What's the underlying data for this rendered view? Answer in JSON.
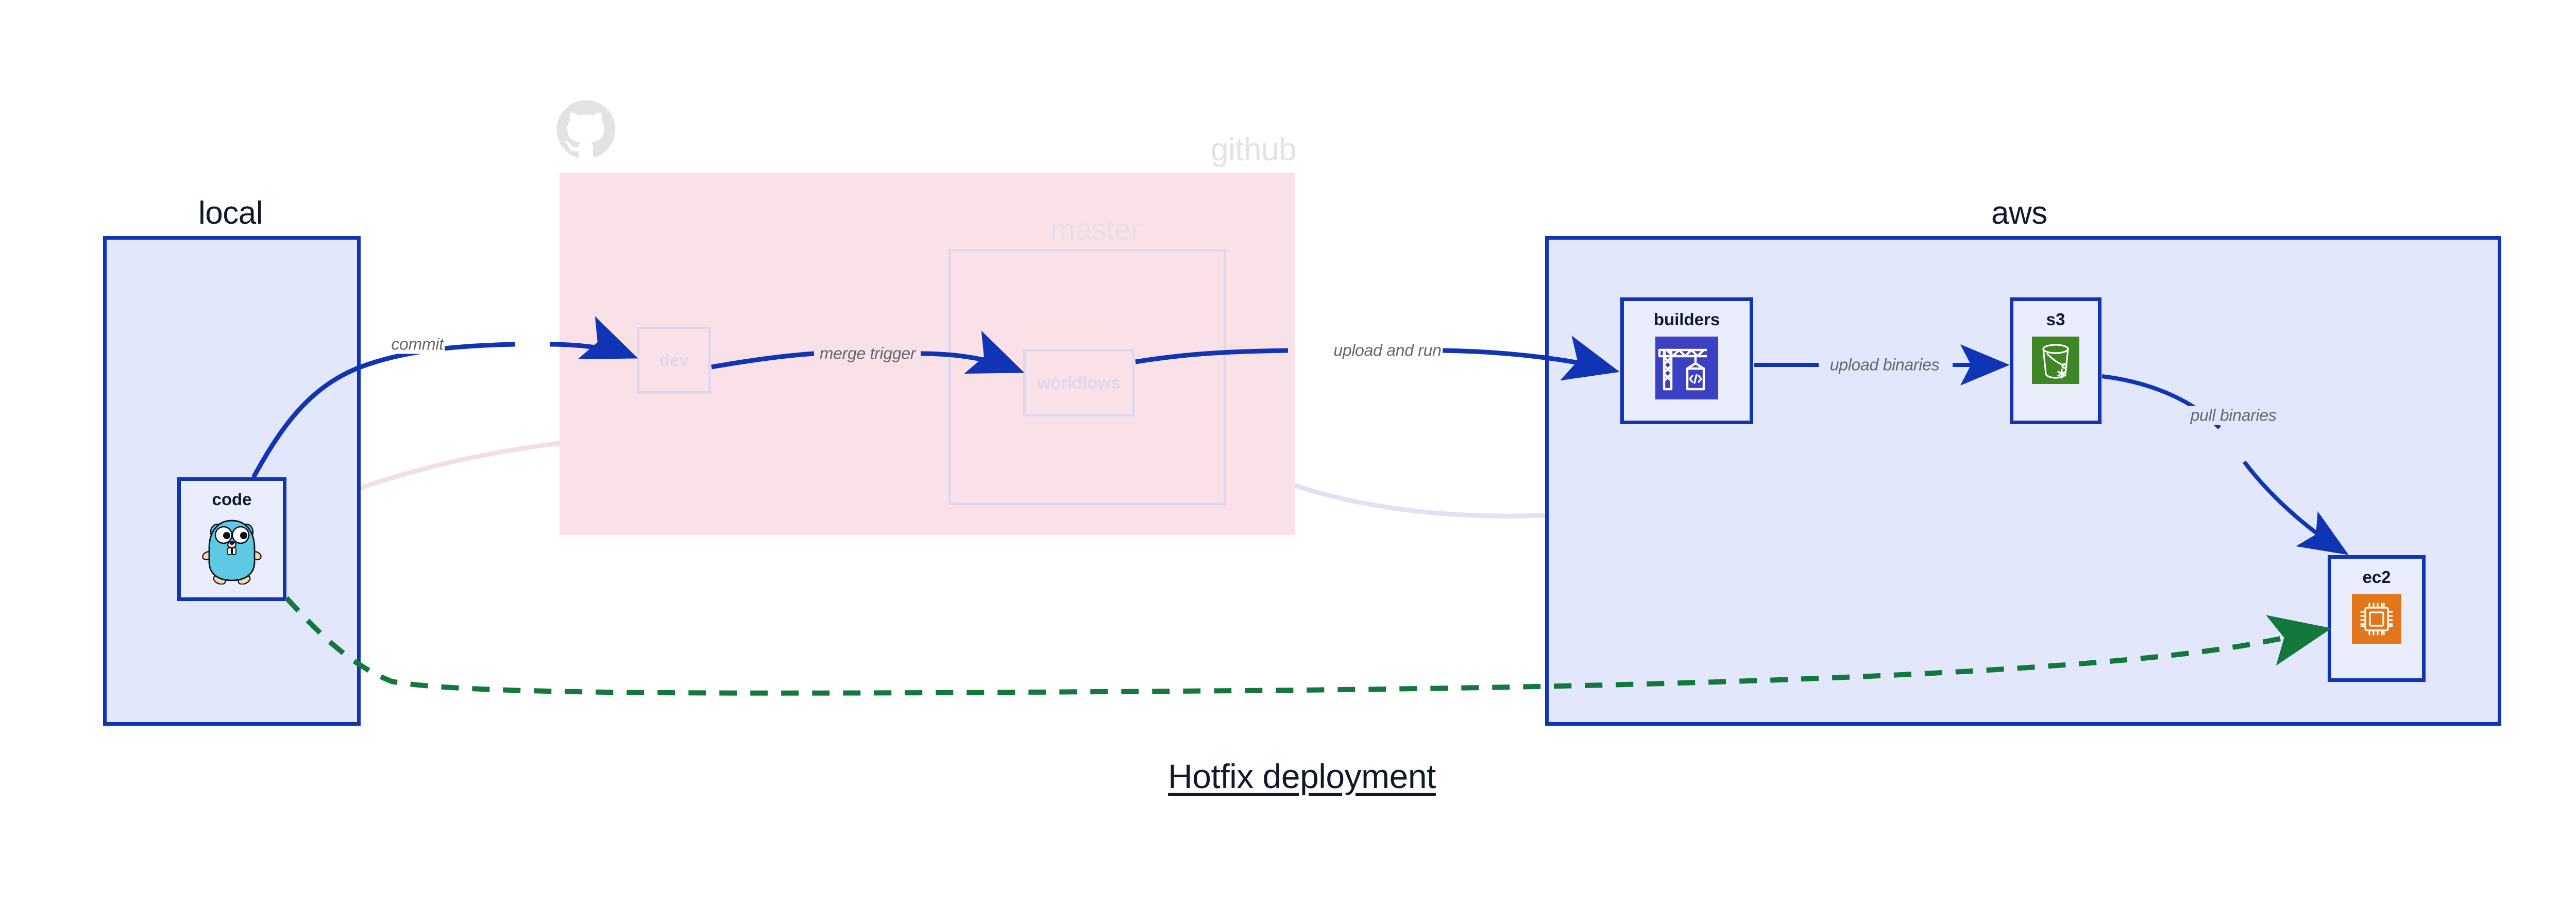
{
  "diagram": {
    "caption": "Hotfix deployment",
    "colors": {
      "accent_blue": "#0f34b5",
      "group_fill_blue": "#e2e7fb",
      "group_fill_pink": "#f9e1e7",
      "node_fill": "#eaeefc",
      "faded_border": "#ded8ec",
      "faded_text": "#e3e3e3",
      "edge_label_text": "#66686f",
      "dashed_green": "#14773c",
      "go_gopher_cyan": "#5dc9e2",
      "aws_builders_purple": "#3c41c4",
      "aws_s3_green": "#3f8624",
      "aws_ec2_orange": "#e2761b",
      "github_logo_grey": "#e3e3e3"
    }
  },
  "groups": [
    {
      "id": "local",
      "title": "local",
      "state": "active"
    },
    {
      "id": "github",
      "title": "github",
      "state": "faded",
      "logo_icon": "github-logo-icon",
      "subgroup": {
        "id": "master",
        "title": "master",
        "state": "faded"
      }
    },
    {
      "id": "aws",
      "title": "aws",
      "state": "active"
    }
  ],
  "nodes": [
    {
      "id": "code",
      "label": "code",
      "group": "local",
      "state": "active",
      "icon": "go-gopher-icon"
    },
    {
      "id": "dev",
      "label": "dev",
      "group": "github",
      "state": "faded",
      "icon": null
    },
    {
      "id": "workflows",
      "label": "workflows",
      "group": "master",
      "state": "faded",
      "icon": null
    },
    {
      "id": "builders",
      "label": "builders",
      "group": "aws",
      "state": "active",
      "icon": "aws-codebuild-crane-icon"
    },
    {
      "id": "s3",
      "label": "s3",
      "group": "aws",
      "state": "active",
      "icon": "aws-s3-bucket-icon"
    },
    {
      "id": "ec2",
      "label": "ec2",
      "group": "aws",
      "state": "active",
      "icon": "aws-ec2-chip-icon"
    }
  ],
  "edges": [
    {
      "id": "commit",
      "label": "commit",
      "from": "code",
      "to": "dev",
      "style": "solid",
      "color": "#0f34b5",
      "state": "active",
      "label_on": "white"
    },
    {
      "id": "merge-trigger",
      "label": "merge trigger",
      "from": "dev",
      "to": "workflows",
      "style": "solid",
      "color": "#0f34b5",
      "state": "active",
      "label_on": "pink"
    },
    {
      "id": "upload-and-run",
      "label": "upload and run",
      "from": "workflows",
      "to": "builders",
      "style": "solid",
      "color": "#0f34b5",
      "state": "active",
      "label_on": "white"
    },
    {
      "id": "upload-binaries",
      "label": "upload binaries",
      "from": "builders",
      "to": "s3",
      "style": "solid",
      "color": "#0f34b5",
      "state": "active",
      "label_on": "blue"
    },
    {
      "id": "pull-binaries",
      "label": "pull binaries",
      "from": "s3",
      "to": "ec2",
      "style": "solid",
      "color": "#0f34b5",
      "state": "active",
      "label_on": "blue"
    },
    {
      "id": "hotfix-direct",
      "label": "",
      "from": "code",
      "to": "ec2",
      "style": "dashed",
      "color": "#14773c",
      "state": "active",
      "label_on": "none"
    },
    {
      "id": "faded-code-to-dev",
      "label": "",
      "from": "code",
      "to": "dev",
      "style": "solid",
      "color": "#f2dde3",
      "state": "faded",
      "label_on": "none"
    },
    {
      "id": "faded-dev-to-workflows",
      "label": "",
      "from": "dev",
      "to": "workflows",
      "style": "solid",
      "color": "#ded8ec",
      "state": "faded",
      "label_on": "none"
    },
    {
      "id": "faded-workflows-to-builders",
      "label": "",
      "from": "workflows",
      "to": "builders",
      "style": "solid",
      "color": "#dfe1f4",
      "state": "faded",
      "label_on": "none"
    }
  ]
}
